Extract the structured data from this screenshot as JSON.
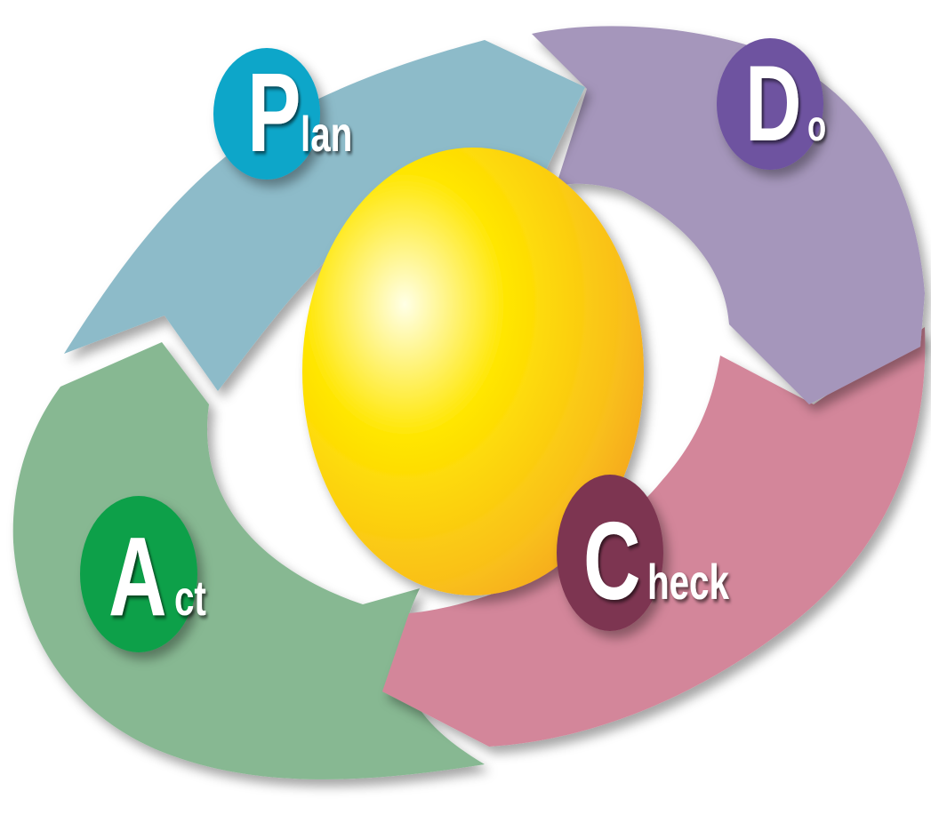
{
  "stages": [
    {
      "id": "plan",
      "initial": "P",
      "rest": "lan",
      "arrow_color": "#8dbbc9",
      "badge_color": "#0fa6c9"
    },
    {
      "id": "do",
      "initial": "D",
      "rest": "o",
      "arrow_color": "#a596bb",
      "badge_color": "#6e52a0"
    },
    {
      "id": "check",
      "initial": "C",
      "rest": "heck",
      "arrow_color": "#d3869a",
      "badge_color": "#7d3651"
    },
    {
      "id": "act",
      "initial": "A",
      "rest": "ct",
      "arrow_color": "#87b892",
      "badge_color": "#0aa04a"
    }
  ],
  "center": {
    "highlight": "#ffffe6",
    "mid": "#ffe600",
    "edge": "#f39a1e"
  }
}
